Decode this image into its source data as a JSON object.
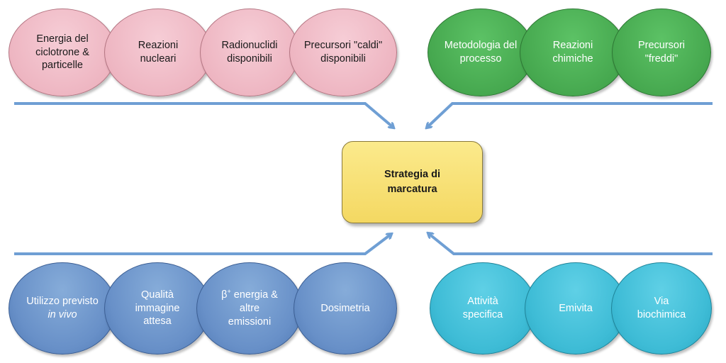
{
  "center": {
    "line1": "Strategia di",
    "line2": "marcatura"
  },
  "top_left": [
    {
      "lines": [
        "Energia del",
        "ciclotrone &",
        "particelle"
      ]
    },
    {
      "lines": [
        "Reazioni",
        "nucleari"
      ]
    },
    {
      "lines": [
        "Radionuclidi",
        "disponibili"
      ]
    },
    {
      "lines": [
        "Precursori \"caldi\"",
        "disponibili"
      ]
    }
  ],
  "top_right": [
    {
      "lines": [
        "Metodologia del",
        "processo"
      ]
    },
    {
      "lines": [
        "Reazioni",
        "chimiche"
      ]
    },
    {
      "lines": [
        "Precursori",
        "\"freddi\""
      ]
    }
  ],
  "bottom_left": {
    "item1": {
      "line1": "Utilizzo previsto",
      "line2_italic": "in vivo"
    },
    "item2": {
      "lines": [
        "Qualità",
        "immagine",
        "attesa"
      ]
    },
    "item3": {
      "beta": "β",
      "sup": "+",
      "line1_rest": " energia &",
      "line2": "altre",
      "line3": "emissioni"
    },
    "item4": {
      "lines": [
        "Dosimetria"
      ]
    }
  },
  "bottom_right": [
    {
      "lines": [
        "Attività",
        "specifica"
      ]
    },
    {
      "lines": [
        "Emivita"
      ]
    },
    {
      "lines": [
        "Via",
        "biochimica"
      ]
    }
  ],
  "colors": {
    "pink": "#eeb6c2",
    "green": "#46a84f",
    "blue": "#6890c8",
    "cyan": "#3ebcd6",
    "center": "#f8e07a",
    "arrow": "#6f9fd4"
  }
}
